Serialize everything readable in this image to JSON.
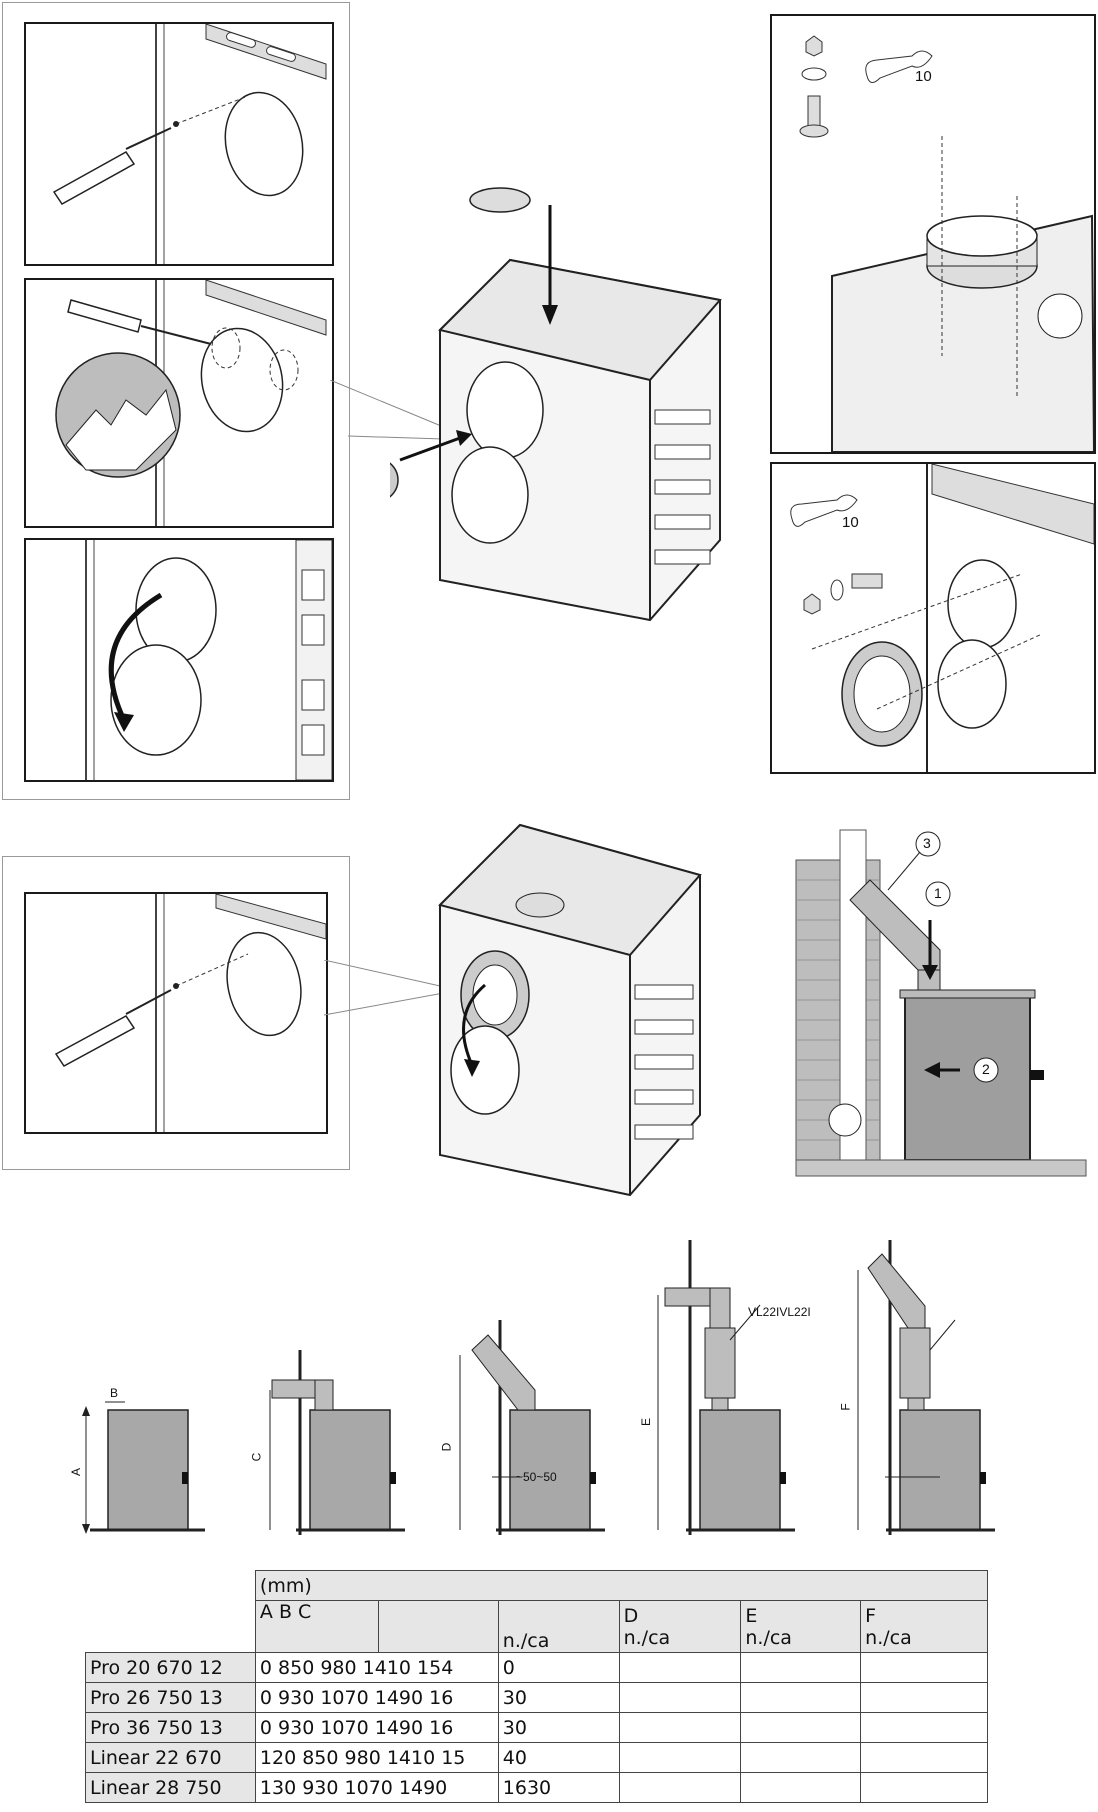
{
  "labels": {
    "wrench_top": "10",
    "wrench_bottom": "10",
    "callout_1": "1",
    "callout_2": "2",
    "callout_3": "3"
  },
  "dimensions": {
    "a": "A",
    "b": "B",
    "c": "C",
    "d": "D",
    "e": "E",
    "f": "F",
    "gap": "~50~50",
    "model_tag": "VL22IVL22I"
  },
  "table": {
    "unit": "(mm)",
    "col_abc": "A B C",
    "col_blank": "",
    "col_na": "n./ca",
    "col_d": "D",
    "col_d_sub": "n./ca",
    "col_e": "E",
    "col_e_sub": "n./ca",
    "col_f": "F",
    "col_f_sub": "n./ca",
    "rows": [
      {
        "first": "Pro 20 670 12",
        "rest": "0 850 980 1410 154",
        "tail": "0"
      },
      {
        "first": "Pro 26 750 13",
        "rest": "0 930 1070 1490 16",
        "tail": "30"
      },
      {
        "first": "Pro 36 750 13",
        "rest": "0 930 1070 1490 16",
        "tail": "30"
      },
      {
        "first": "Linear 22 670",
        "rest": "120 850 980 1410 15",
        "tail": "40"
      },
      {
        "first": "Linear 28 750",
        "rest": "130 930 1070 1490 ",
        "tail": "1630"
      }
    ]
  }
}
